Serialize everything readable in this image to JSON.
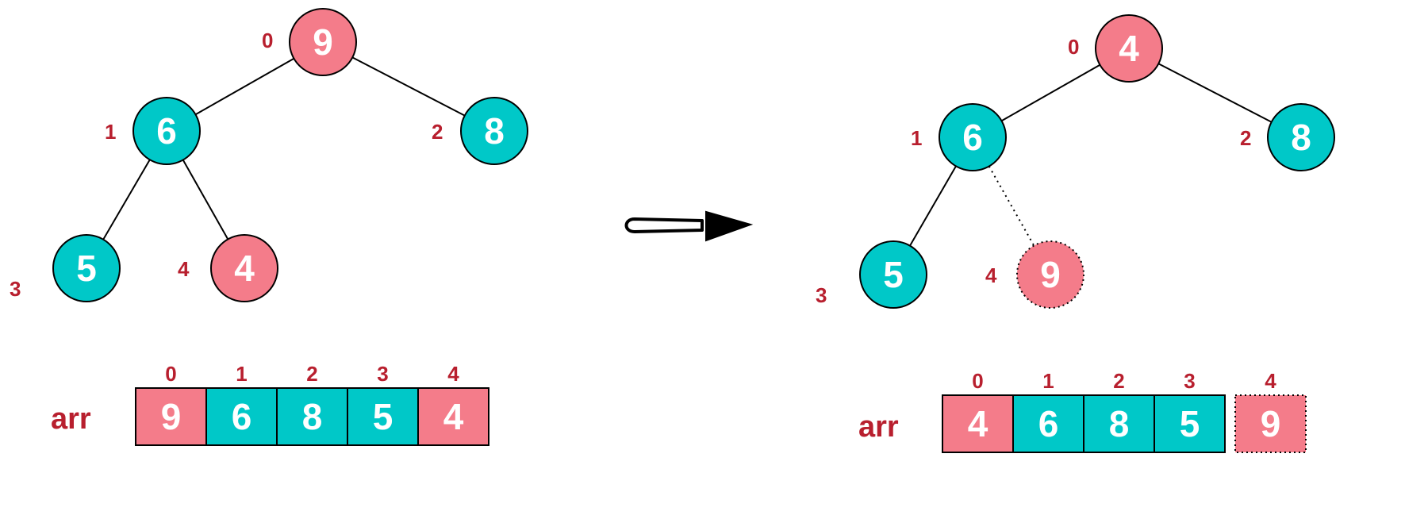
{
  "colors": {
    "pink": "#f47c8a",
    "teal": "#00c8c8",
    "index_red": "#b81f2e",
    "line": "#000000"
  },
  "panels": [
    {
      "id": "before",
      "nodes": [
        {
          "index": "0",
          "value": "9",
          "color": "pink",
          "dashed": false
        },
        {
          "index": "1",
          "value": "6",
          "color": "teal",
          "dashed": false
        },
        {
          "index": "2",
          "value": "8",
          "color": "teal",
          "dashed": false
        },
        {
          "index": "3",
          "value": "5",
          "color": "teal",
          "dashed": false
        },
        {
          "index": "4",
          "value": "4",
          "color": "pink",
          "dashed": false
        }
      ],
      "edges": [
        {
          "from": 0,
          "to": 1,
          "dashed": false
        },
        {
          "from": 0,
          "to": 2,
          "dashed": false
        },
        {
          "from": 1,
          "to": 3,
          "dashed": false
        },
        {
          "from": 1,
          "to": 4,
          "dashed": false
        }
      ],
      "array": {
        "label": "arr",
        "cells": [
          {
            "index": "0",
            "value": "9",
            "color": "pink",
            "dashed": false
          },
          {
            "index": "1",
            "value": "6",
            "color": "teal",
            "dashed": false
          },
          {
            "index": "2",
            "value": "8",
            "color": "teal",
            "dashed": false
          },
          {
            "index": "3",
            "value": "5",
            "color": "teal",
            "dashed": false
          },
          {
            "index": "4",
            "value": "4",
            "color": "pink",
            "dashed": false
          }
        ]
      }
    },
    {
      "id": "after",
      "nodes": [
        {
          "index": "0",
          "value": "4",
          "color": "pink",
          "dashed": false
        },
        {
          "index": "1",
          "value": "6",
          "color": "teal",
          "dashed": false
        },
        {
          "index": "2",
          "value": "8",
          "color": "teal",
          "dashed": false
        },
        {
          "index": "3",
          "value": "5",
          "color": "teal",
          "dashed": false
        },
        {
          "index": "4",
          "value": "9",
          "color": "pink",
          "dashed": true
        }
      ],
      "edges": [
        {
          "from": 0,
          "to": 1,
          "dashed": false
        },
        {
          "from": 0,
          "to": 2,
          "dashed": false
        },
        {
          "from": 1,
          "to": 3,
          "dashed": false
        },
        {
          "from": 1,
          "to": 4,
          "dashed": true
        }
      ],
      "array": {
        "label": "arr",
        "cells": [
          {
            "index": "0",
            "value": "4",
            "color": "pink",
            "dashed": false
          },
          {
            "index": "1",
            "value": "6",
            "color": "teal",
            "dashed": false
          },
          {
            "index": "2",
            "value": "8",
            "color": "teal",
            "dashed": false
          },
          {
            "index": "3",
            "value": "5",
            "color": "teal",
            "dashed": false
          },
          {
            "index": "4",
            "value": "9",
            "color": "pink",
            "dashed": true
          }
        ]
      }
    }
  ],
  "transition": {
    "icon": "right-arrow-icon"
  }
}
